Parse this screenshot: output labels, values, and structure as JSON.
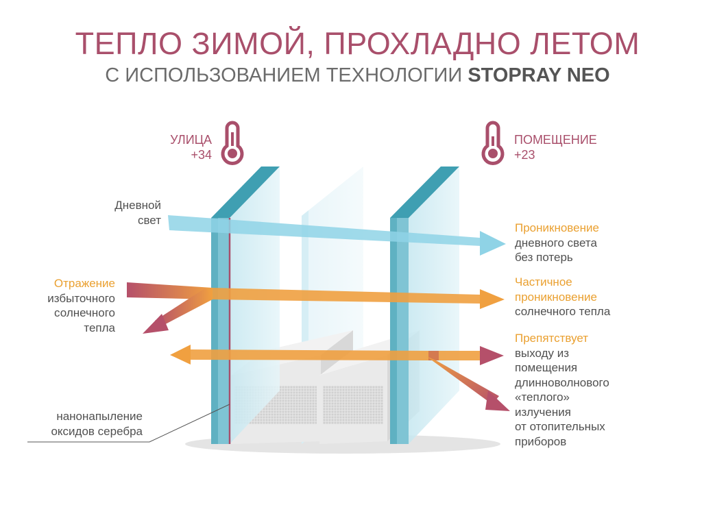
{
  "title": "ТЕПЛО ЗИМОЙ, ПРОХЛАДНО ЛЕТОМ",
  "subtitle": {
    "prefix": "С ИСПОЛЬЗОВАНИЕМ ТЕХНОЛОГИИ",
    "brand": "STOPRAY NEO"
  },
  "outside": {
    "name": "УЛИЦА",
    "temp": "+34",
    "icon": "thermometer-icon"
  },
  "inside": {
    "name": "ПОМЕЩЕНИЕ",
    "temp": "+23",
    "icon": "thermometer-icon"
  },
  "labels": {
    "daylight": [
      "Дневной",
      "свет"
    ],
    "reflection": {
      "accent": "Отражение",
      "lines": [
        "избыточного",
        "солнечного",
        "тепла"
      ]
    },
    "coating": [
      "нанонапыление",
      "оксидов серебра"
    ],
    "daylight_pass": {
      "accent": "Проникновение",
      "lines": [
        "дневного света",
        "без потерь"
      ]
    },
    "partial": {
      "accent": [
        "Частичное",
        "проникновение"
      ],
      "lines": [
        "солнечного тепла"
      ]
    },
    "blocks": {
      "accent": "Препятствует",
      "lines": [
        "выходу из",
        "помещения",
        "длинноволнового",
        "«теплого»",
        "излучения",
        "от отопительных",
        "приборов"
      ]
    }
  },
  "colors": {
    "title": "#a94f6b",
    "subtitle": "#6b6b6b",
    "accent": "#eaa030",
    "daylight_arrow": "#8fd3e6",
    "heat_arrow": "#f0a040",
    "reflect_arrow": "#b5506a",
    "glass_edge": "#3f9fb2",
    "glass_face": "#cfeaf2",
    "coating": "#a94f6b"
  }
}
